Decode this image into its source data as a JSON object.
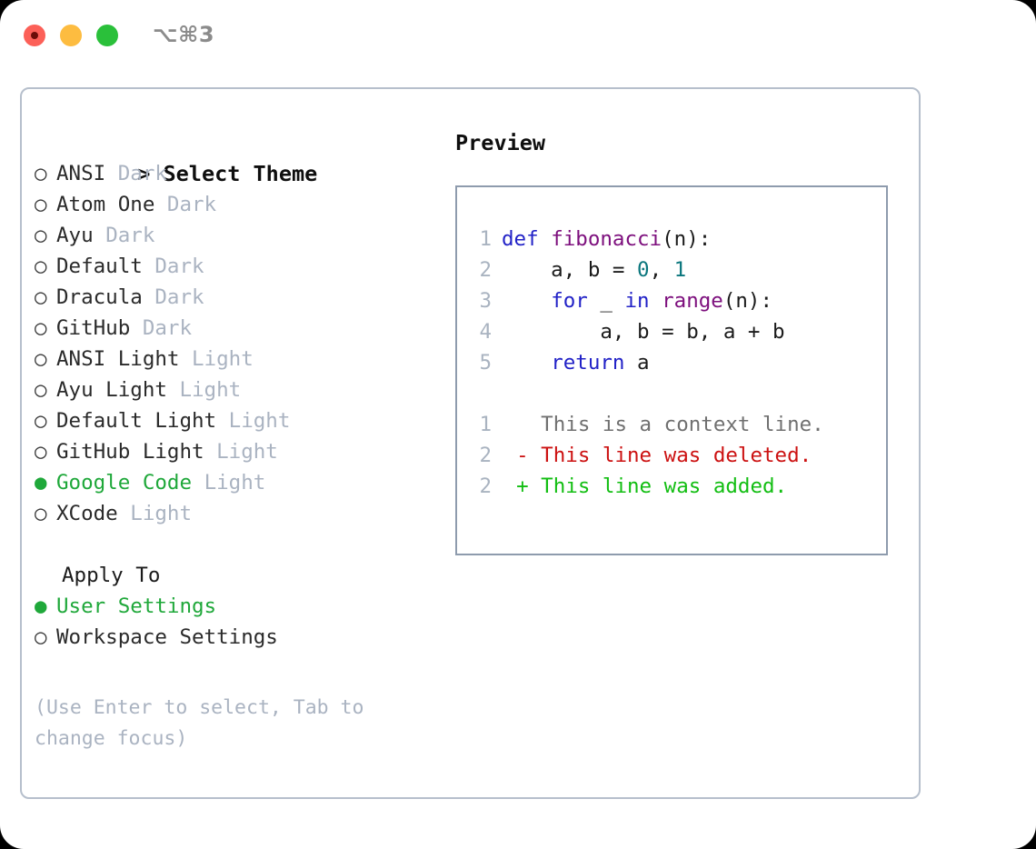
{
  "window": {
    "title": "⌥⌘3",
    "traffic_lights": [
      "close",
      "minimize",
      "maximize"
    ],
    "colors": {
      "close": "#fc6058",
      "minimize": "#fdbc40",
      "maximize": "#2ac03a",
      "accent_green": "#1fa83a",
      "muted": "#aab3c1",
      "panel_border": "#b6bfcc",
      "preview_border": "#8e9bad"
    }
  },
  "theme_picker": {
    "header": "Select Theme",
    "caret": ">",
    "marker_selected": "●",
    "marker_unselected": "○",
    "items": [
      {
        "name": "ANSI",
        "variant": "Dark",
        "selected": false
      },
      {
        "name": "Atom One",
        "variant": "Dark",
        "selected": false
      },
      {
        "name": "Ayu",
        "variant": "Dark",
        "selected": false
      },
      {
        "name": "Default",
        "variant": "Dark",
        "selected": false
      },
      {
        "name": "Dracula",
        "variant": "Dark",
        "selected": false
      },
      {
        "name": "GitHub",
        "variant": "Dark",
        "selected": false
      },
      {
        "name": "ANSI Light",
        "variant": "Light",
        "selected": false
      },
      {
        "name": "Ayu Light",
        "variant": "Light",
        "selected": false
      },
      {
        "name": "Default Light",
        "variant": "Light",
        "selected": false
      },
      {
        "name": "GitHub Light",
        "variant": "Light",
        "selected": false
      },
      {
        "name": "Google Code",
        "variant": "Light",
        "selected": true
      },
      {
        "name": "XCode",
        "variant": "Light",
        "selected": false
      }
    ]
  },
  "apply_to": {
    "label": "Apply To",
    "options": [
      {
        "name": "User Settings",
        "selected": true
      },
      {
        "name": "Workspace Settings",
        "selected": false
      }
    ]
  },
  "hint": "(Use Enter to select, Tab to change focus)",
  "preview": {
    "title": "Preview",
    "code_lines": [
      {
        "number": "1",
        "tokens": [
          {
            "text": "def ",
            "kind": "kw"
          },
          {
            "text": "fibonacci",
            "kind": "fn"
          },
          {
            "text": "(n):",
            "kind": "punct"
          }
        ]
      },
      {
        "number": "2",
        "tokens": [
          {
            "text": "    a, b = ",
            "kind": "plain"
          },
          {
            "text": "0",
            "kind": "num"
          },
          {
            "text": ", ",
            "kind": "plain"
          },
          {
            "text": "1",
            "kind": "num"
          }
        ]
      },
      {
        "number": "3",
        "tokens": [
          {
            "text": "    ",
            "kind": "plain"
          },
          {
            "text": "for",
            "kind": "kw"
          },
          {
            "text": " _ ",
            "kind": "plain"
          },
          {
            "text": "in",
            "kind": "kw"
          },
          {
            "text": " ",
            "kind": "plain"
          },
          {
            "text": "range",
            "kind": "fn"
          },
          {
            "text": "(n):",
            "kind": "punct"
          }
        ]
      },
      {
        "number": "4",
        "tokens": [
          {
            "text": "        a, b = b, a + b",
            "kind": "plain"
          }
        ]
      },
      {
        "number": "5",
        "tokens": [
          {
            "text": "    ",
            "kind": "plain"
          },
          {
            "text": "return",
            "kind": "kw"
          },
          {
            "text": " a",
            "kind": "plain"
          }
        ]
      }
    ],
    "diff_lines": [
      {
        "number": "1",
        "sign": " ",
        "text": "This is a context line.",
        "kind": "context"
      },
      {
        "number": "2",
        "sign": "-",
        "text": "This line was deleted.",
        "kind": "deleted"
      },
      {
        "number": "2",
        "sign": "+",
        "text": "This line was added.",
        "kind": "added"
      }
    ]
  }
}
